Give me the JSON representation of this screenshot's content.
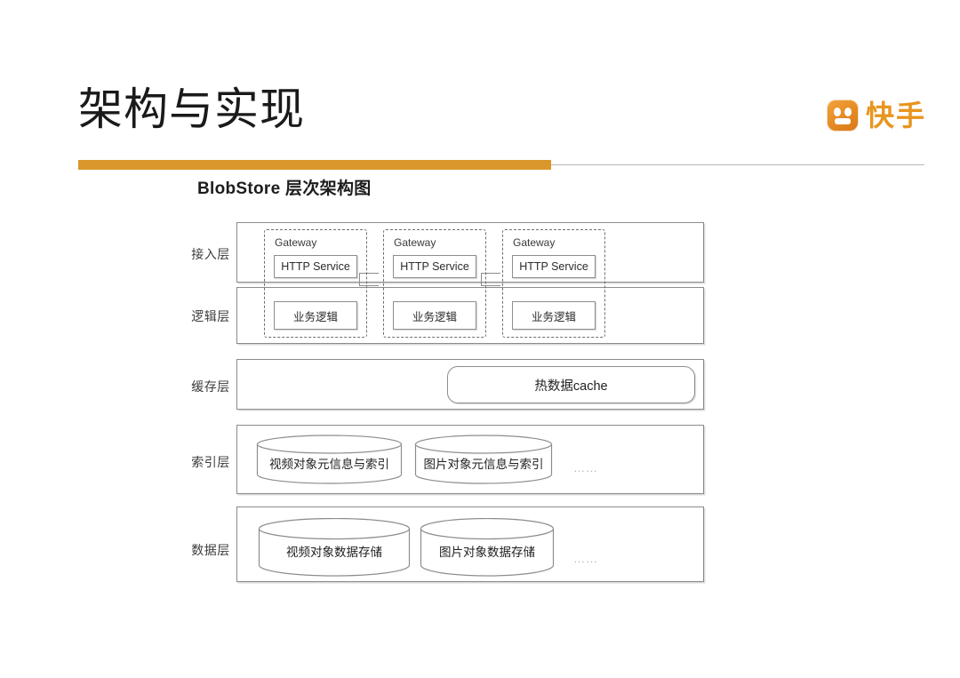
{
  "slide": {
    "title": "架构与实现",
    "brand": {
      "icon": "kuaishou-logo-icon",
      "text": "快手",
      "color": "#e8951f"
    },
    "accent_color": "#d9972c"
  },
  "diagram": {
    "title": "BlobStore 层次架构图",
    "layers": [
      {
        "id": "access",
        "label": "接入层"
      },
      {
        "id": "logic",
        "label": "逻辑层"
      },
      {
        "id": "cache",
        "label": "缓存层"
      },
      {
        "id": "index",
        "label": "索引层"
      },
      {
        "id": "data",
        "label": "数据层"
      }
    ],
    "gateways": [
      {
        "label": "Gateway",
        "http": "HTTP Service",
        "logic": "业务逻辑"
      },
      {
        "label": "Gateway",
        "http": "HTTP Service",
        "logic": "业务逻辑"
      },
      {
        "label": "Gateway",
        "http": "HTTP Service",
        "logic": "业务逻辑"
      }
    ],
    "cache": {
      "node": "热数据cache"
    },
    "index": {
      "nodes": [
        "视频对象元信息与索引",
        "图片对象元信息与索引"
      ],
      "more": "……"
    },
    "data": {
      "nodes": [
        "视频对象数据存储",
        "图片对象数据存储"
      ],
      "more": "……"
    }
  }
}
